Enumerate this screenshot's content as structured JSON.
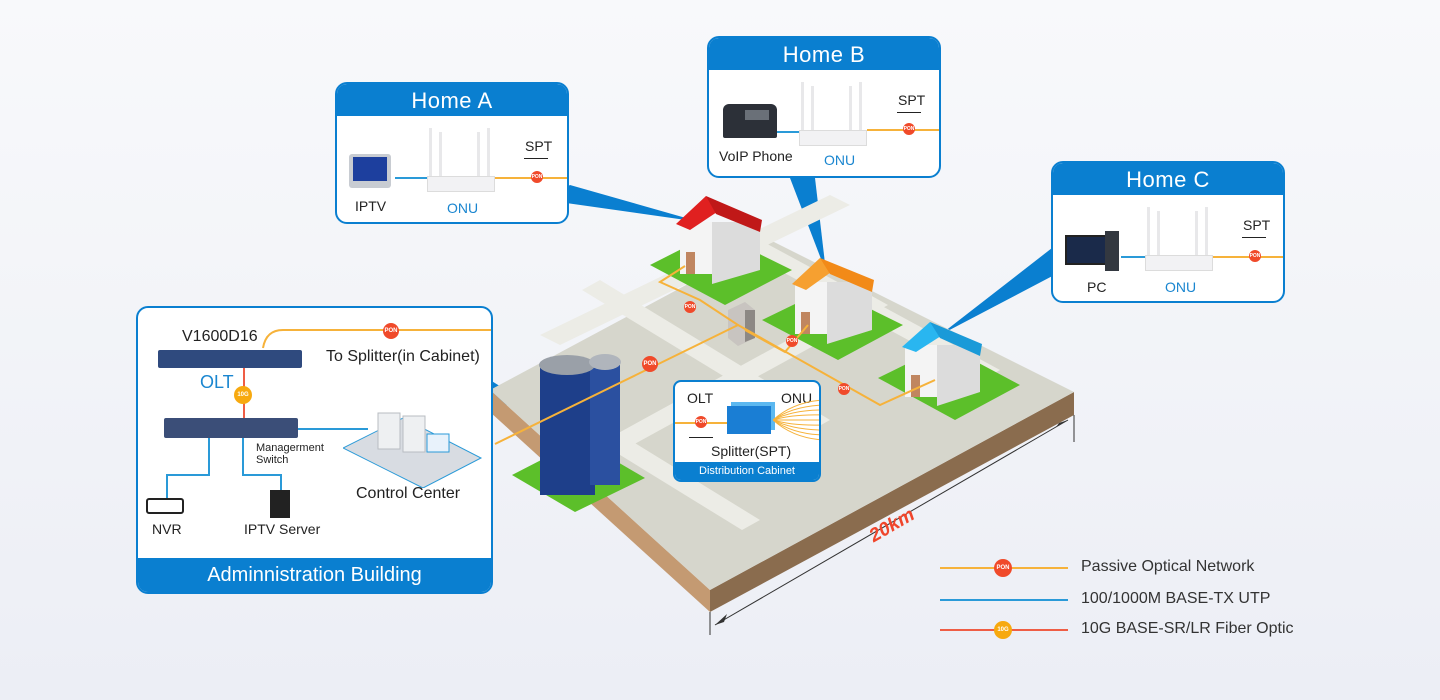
{
  "homes": [
    {
      "title": "Home A",
      "device_label": "IPTV",
      "onu_label": "ONU",
      "spt_label": "SPT",
      "badge": "PON"
    },
    {
      "title": "Home B",
      "device_label": "VoIP Phone",
      "onu_label": "ONU",
      "spt_label": "SPT",
      "badge": "PON"
    },
    {
      "title": "Home C",
      "device_label": "PC",
      "onu_label": "ONU",
      "spt_label": "SPT",
      "badge": "PON"
    }
  ],
  "admin": {
    "title": "Adminnistration Building",
    "olt_model": "V1600D16",
    "olt_label": "OLT",
    "to_splitter": "To Splitter(in Cabinet)",
    "pon_badge": "PON",
    "tenG_badge": "10G",
    "switch_label_line1": "Managerment",
    "switch_label_line2": "Switch",
    "nvr_label": "NVR",
    "iptv_server_label": "IPTV Server",
    "control_center_label": "Control Center"
  },
  "cabinet": {
    "olt_label": "OLT",
    "onu_label": "ONU",
    "splitter_label": "Splitter(SPT)",
    "footer": "Distribution Cabinet",
    "badge": "PON"
  },
  "map": {
    "distance_label": "20km",
    "pon_badge": "PON"
  },
  "legend": [
    {
      "label": "Passive Optical Network",
      "badge": "PON",
      "line_color": "#f6b23a",
      "badge_color": "#f04a2a"
    },
    {
      "label": "100/1000M BASE-TX UTP",
      "badge": "",
      "line_color": "#2a9ad8",
      "badge_color": ""
    },
    {
      "label": "10G BASE-SR/LR Fiber Optic",
      "badge": "10G",
      "line_color": "#ef5d45",
      "badge_color": "#f7a90f"
    }
  ],
  "colors": {
    "brand_blue": "#0a7fd0",
    "pon_orange": "#f6b23a",
    "pon_badge_red": "#f04a2a",
    "utp_blue": "#2a9ad8",
    "fiber_red": "#ef5d45",
    "tenG_gold": "#f7a90f",
    "distance_red": "#f0452b"
  }
}
